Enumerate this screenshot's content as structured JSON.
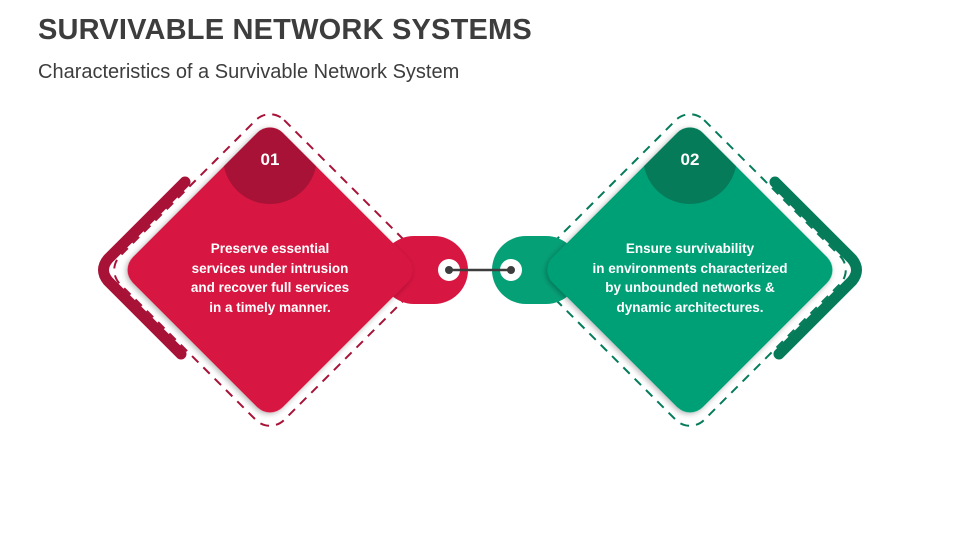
{
  "header": {
    "title": "SURVIVABLE NETWORK SYSTEMS",
    "subtitle": "Characteristics of a Survivable Network System"
  },
  "colors": {
    "red": "#d81642",
    "red_dark": "#a71236",
    "green": "#06a077",
    "green_dark": "#067b5a",
    "connector": "#3d3d3d",
    "text": "#3d3d3d"
  },
  "cards": [
    {
      "number": "01",
      "lines": [
        "Preserve essential",
        "services under intrusion",
        "and recover full services",
        "in a timely manner."
      ]
    },
    {
      "number": "02",
      "lines": [
        "Ensure survivability",
        "in environments characterized",
        "by unbounded networks &",
        "dynamic architectures."
      ]
    }
  ]
}
